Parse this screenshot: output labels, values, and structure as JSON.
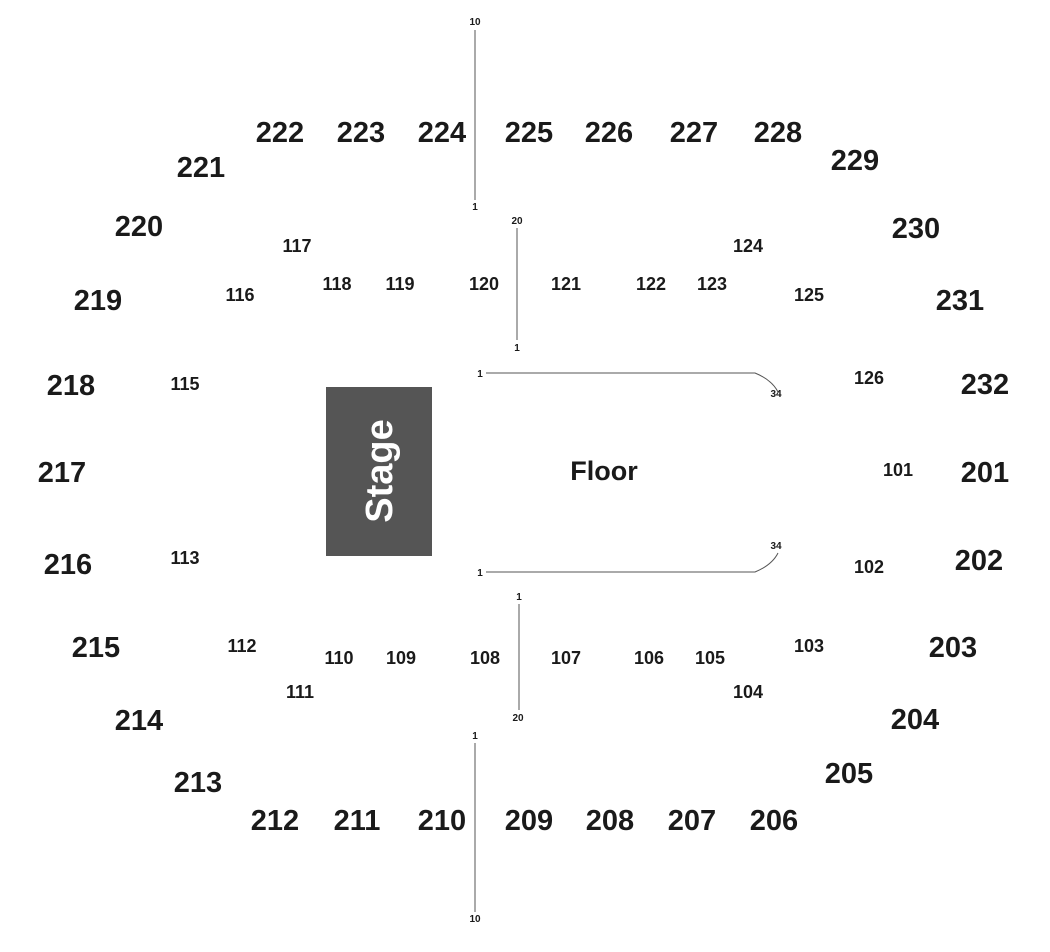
{
  "stage": {
    "label": "Stage",
    "color": "#555555"
  },
  "floor": {
    "label": "Floor"
  },
  "upper_sections": [
    "222",
    "223",
    "224",
    "225",
    "226",
    "227",
    "228",
    "229",
    "221",
    "220",
    "230",
    "219",
    "231",
    "218",
    "232",
    "217",
    "201",
    "216",
    "202",
    "215",
    "203",
    "214",
    "204",
    "213",
    "205",
    "212",
    "211",
    "210",
    "209",
    "208",
    "207",
    "206"
  ],
  "lower_sections": [
    "117",
    "124",
    "116",
    "118",
    "119",
    "120",
    "121",
    "122",
    "123",
    "125",
    "115",
    "126",
    "101",
    "113",
    "102",
    "112",
    "103",
    "110",
    "109",
    "108",
    "107",
    "106",
    "105",
    "111",
    "104"
  ],
  "aisle_markers": {
    "top_aisle_top": "10",
    "top_aisle_bottom": "1",
    "upper_mid_top": "20",
    "upper_mid_bottom": "1",
    "floor_top_left": "1",
    "floor_top_right": "34",
    "floor_bottom_right": "34",
    "floor_bottom_left": "1",
    "lower_mid_top": "1",
    "lower_mid_bottom": "20",
    "bottom_aisle_top": "1",
    "bottom_aisle_bottom": "10"
  }
}
